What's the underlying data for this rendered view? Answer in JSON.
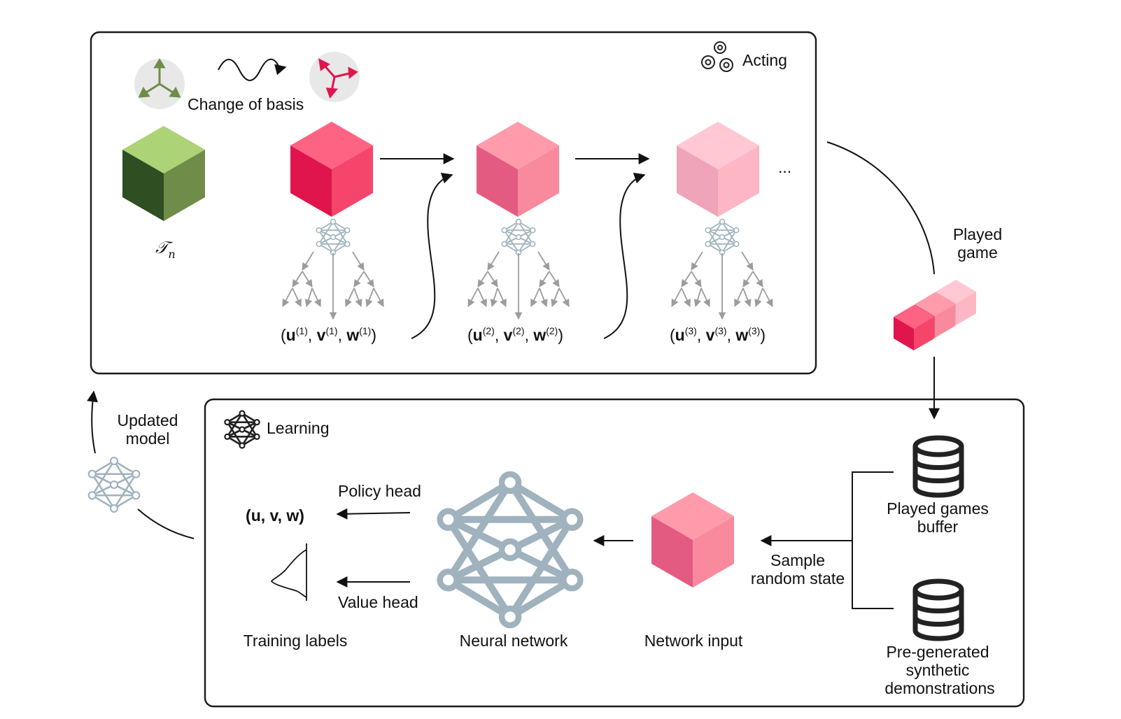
{
  "acting": {
    "title": "Acting",
    "change_of_basis_label": "Change of basis",
    "tensor_label": "𝒯",
    "tensor_subscript": "n",
    "ellipsis": "...",
    "steps": [
      {
        "u": "u",
        "v": "v",
        "w": "w",
        "sup": "(1)"
      },
      {
        "u": "u",
        "v": "v",
        "w": "w",
        "sup": "(2)"
      },
      {
        "u": "u",
        "v": "v",
        "w": "w",
        "sup": "(3)"
      }
    ]
  },
  "played_game": {
    "line1": "Played",
    "line2": "game"
  },
  "updated_model": {
    "line1": "Updated",
    "line2": "model"
  },
  "learning": {
    "title": "Learning",
    "policy_head": "Policy head",
    "value_head": "Value head",
    "policy_output": "(u, v, w)",
    "training_labels": "Training labels",
    "neural_network": "Neural network",
    "network_input": "Network input",
    "sample_line1": "Sample",
    "sample_line2": "random state",
    "buffer_line1": "Played games",
    "buffer_line2": "buffer",
    "synthetic_line1": "Pre-generated",
    "synthetic_line2": "synthetic",
    "synthetic_line3": "demonstrations"
  },
  "colors": {
    "green_top": "#acd376",
    "green_left": "#2f4e21",
    "green_right": "#6f8c48",
    "pink1_top": "#ff6384",
    "pink1_left": "#e0154d",
    "pink1_right": "#f5456a",
    "pink2_top": "#ff9bab",
    "pink2_left": "#e45b82",
    "pink2_right": "#f9899d",
    "pink3_top": "#ffc8d2",
    "pink3_left": "#f0a4b9",
    "pink3_right": "#fdb7c4",
    "nn_gray": "#9fb2bd"
  }
}
